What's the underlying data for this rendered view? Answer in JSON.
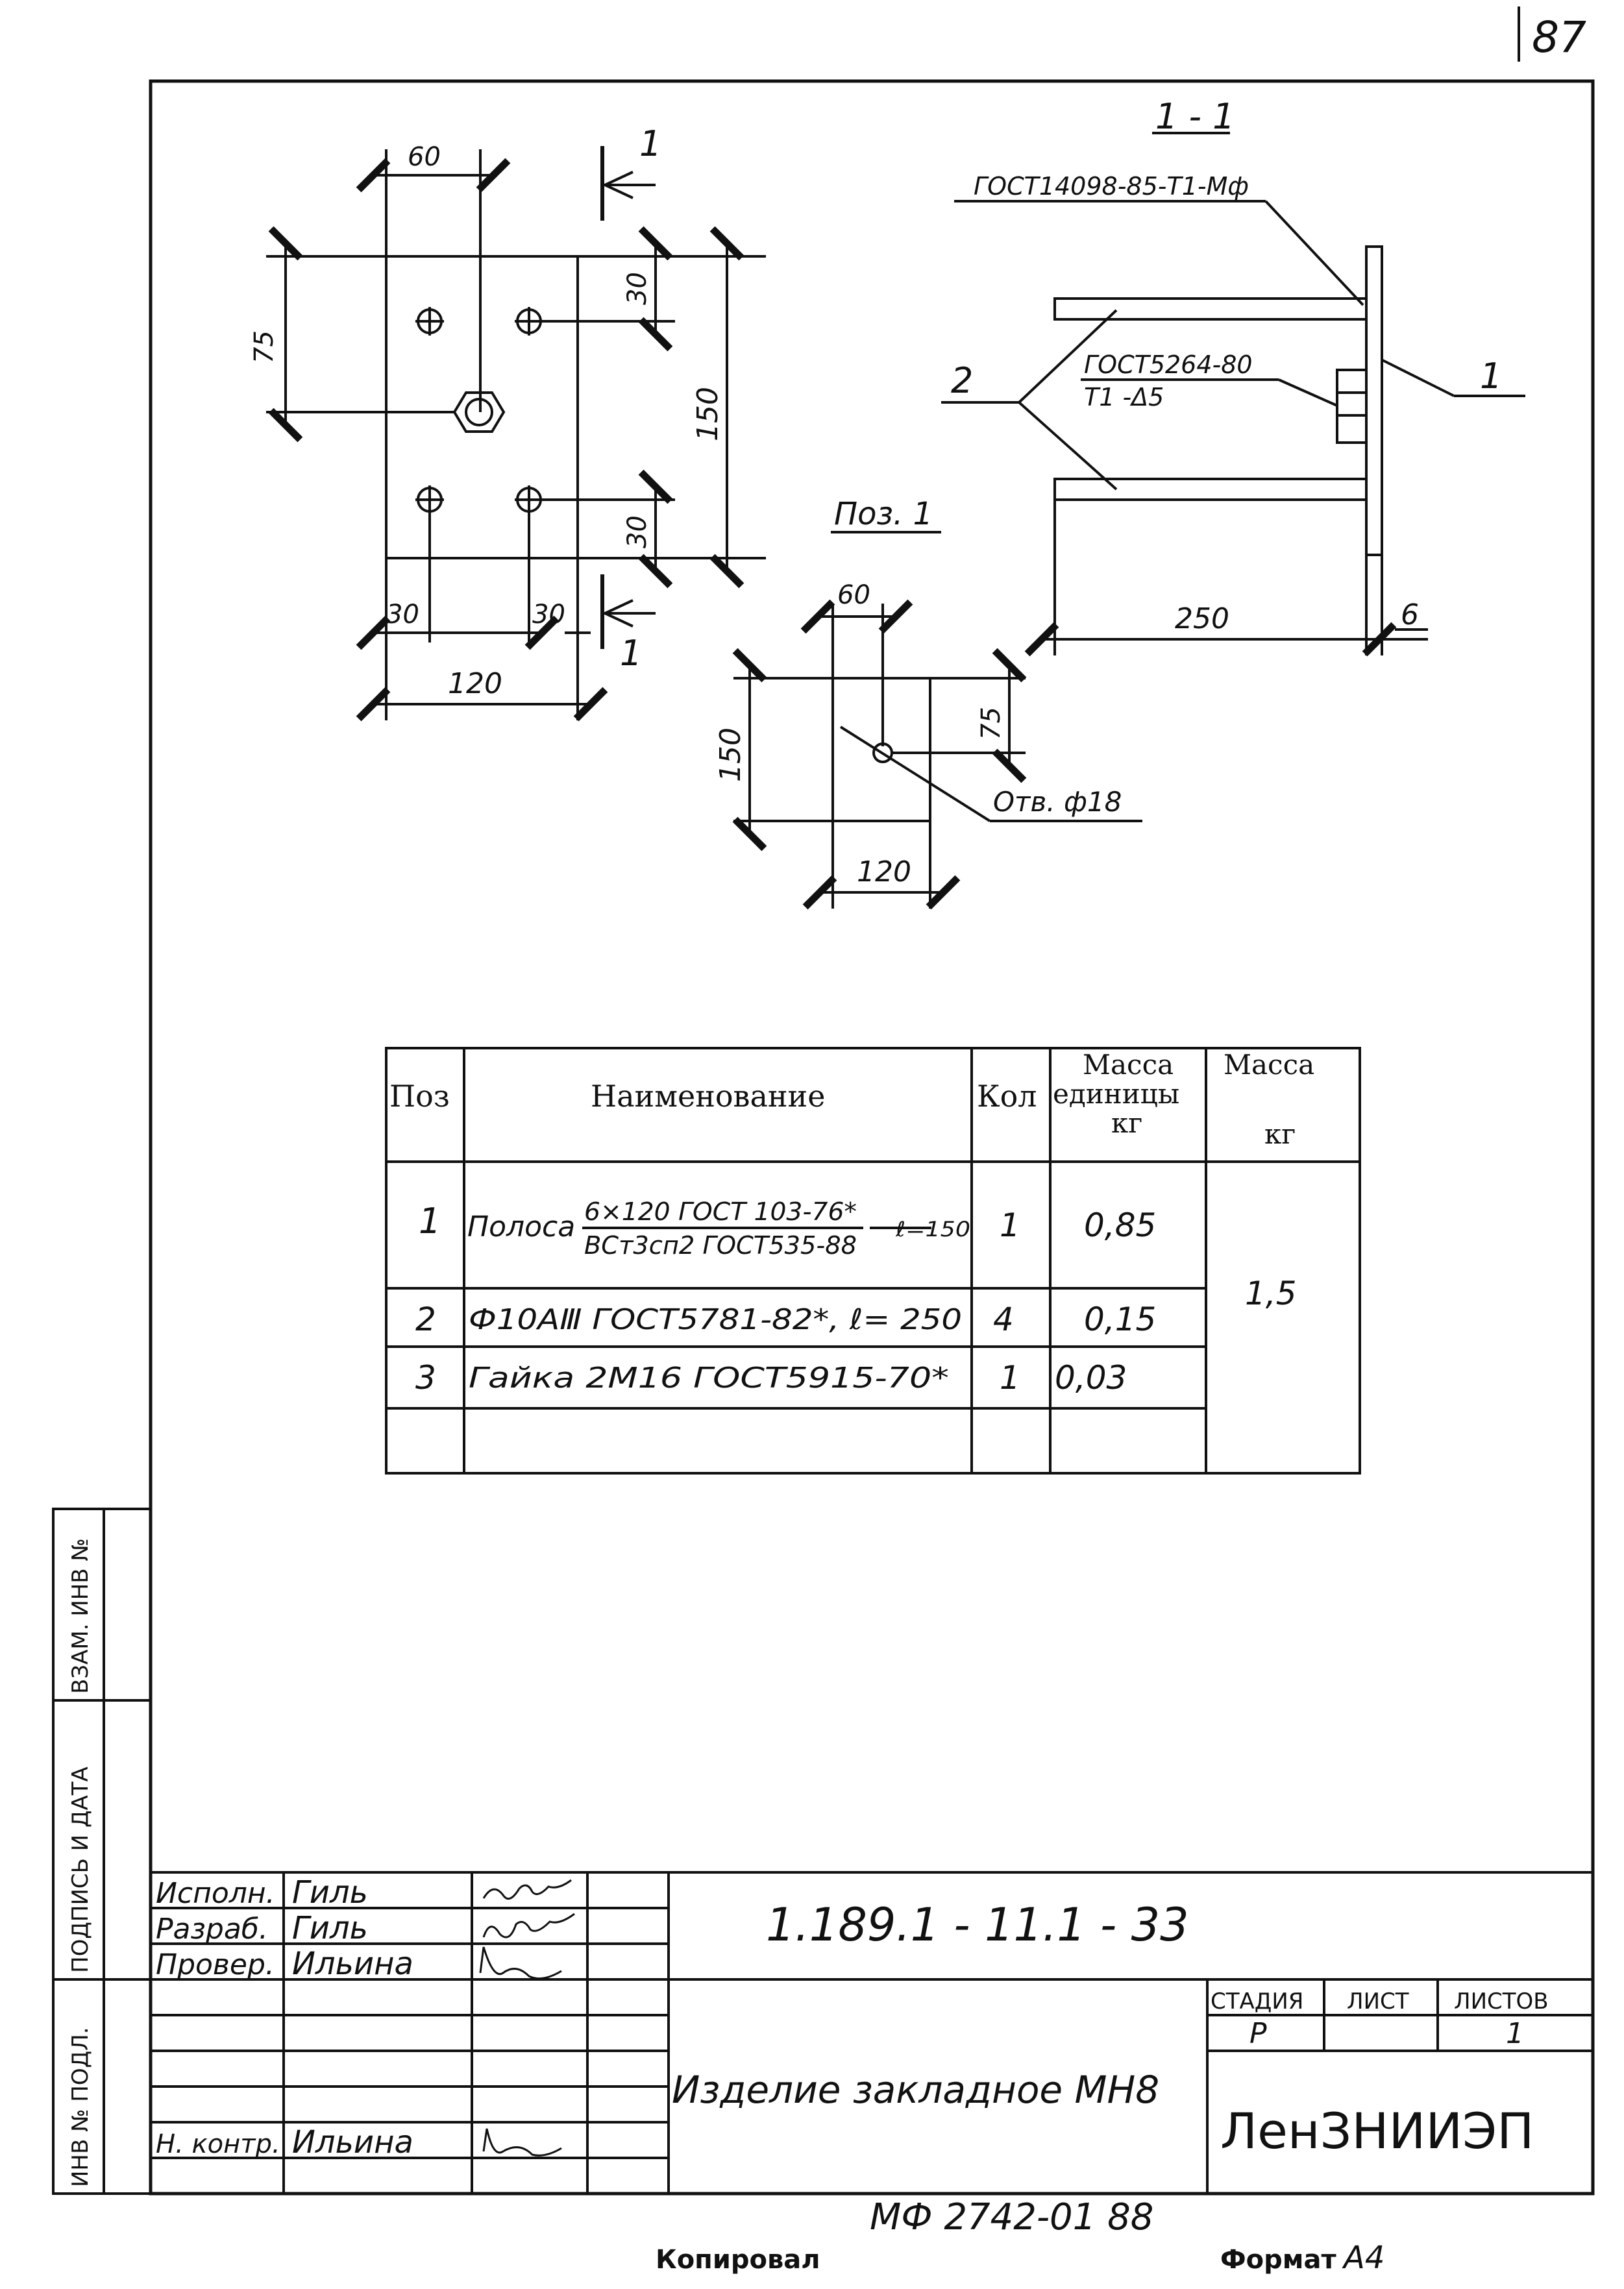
{
  "sheet_number": "87",
  "plan_view": {
    "dims": {
      "top_width": "60",
      "left_height": "75",
      "right_top": "30",
      "right_total": "150",
      "right_bottom": "30",
      "bottom_left": "30",
      "bottom_right": "30",
      "bottom_total": "120"
    },
    "section_mark": "1"
  },
  "section_view": {
    "title": "1 - 1",
    "callout_top": "ГОСТ14098-85-Т1-Мф",
    "callout_weld_1": "ГОСТ5264-80",
    "callout_weld_2": "Т1 -Δ5",
    "pos_label_2": "2",
    "pos_label_1": "1",
    "dim_length": "250",
    "dim_thickness": "6"
  },
  "pos1_view": {
    "title": "Поз. 1",
    "dim_top": "60",
    "dim_right": "75",
    "dim_left": "150",
    "dim_bottom": "120",
    "hole_note": "Отв. ф18"
  },
  "spec_table": {
    "headers": {
      "pos": "Поз",
      "name": "Наименование",
      "qty": "Кол",
      "unit_mass_1": "Масса",
      "unit_mass_2": "единицы",
      "unit_mass_3": "кг",
      "mass_1": "Масса",
      "mass_2": "кг"
    },
    "rows": [
      {
        "pos": "1",
        "name_prefix": "Полоса",
        "name_num": "6×120 ГОСТ 103-76*",
        "name_den": "ВСт3сп2 ГОСТ535-88",
        "name_suffix": "ℓ=150",
        "qty": "1",
        "unit_mass": "0,85"
      },
      {
        "pos": "2",
        "name": "Ф10АⅢ ГОСТ5781-82*, ℓ= 250",
        "qty": "4",
        "unit_mass": "0,15"
      },
      {
        "pos": "3",
        "name": "Гайка 2М16  ГОСТ5915-70*",
        "qty": "1",
        "unit_mass": "0,03"
      },
      {
        "pos": "",
        "name": "",
        "qty": "",
        "unit_mass": ""
      }
    ],
    "total_mass": "1,5"
  },
  "side_stamp": {
    "inv_exchange": "ВЗАМ. ИНВ №",
    "sign_date": "ПОДПИСЬ И ДАТА",
    "inv_orig": "ИНВ № ПОДЛ."
  },
  "title_block": {
    "roles": [
      "Исполн.",
      "Разраб.",
      "Провер.",
      "",
      "",
      "",
      "Н. контр."
    ],
    "names": [
      "Гиль",
      "Гиль",
      "Ильина",
      "",
      "",
      "",
      "Ильина"
    ],
    "designation": "1.189.1 - 11.1 - 33",
    "product_name": "Изделие закладное МН8",
    "stage_label": "СТАДИЯ",
    "sheet_label": "ЛИСТ",
    "sheets_label": "ЛИСТОВ",
    "stage_value": "Р",
    "sheet_value": "",
    "sheets_value": "1",
    "organization": "ЛенЗНИИЭП"
  },
  "footer": {
    "code": "МФ 2742-01   88",
    "copied": "Копировал",
    "format_label": "Формат",
    "format_value": "А4"
  }
}
